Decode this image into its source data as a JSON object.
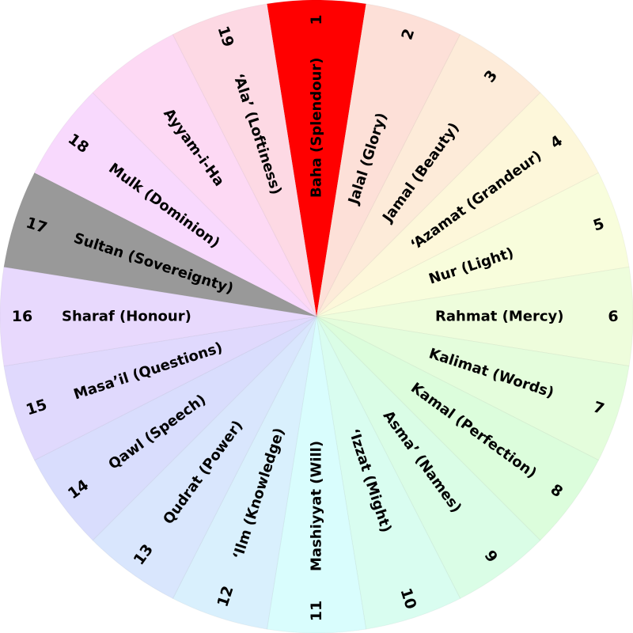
{
  "months": [
    {
      "label": "Baha (Splendour)",
      "number": "1",
      "color": "#ff0000"
    },
    {
      "label": "Jalal (Glory)",
      "number": "2",
      "color": "#fde0d8"
    },
    {
      "label": "Jamal (Beauty)",
      "number": "3",
      "color": "#fdebd9"
    },
    {
      "label": "‘Azamat (Grandeur)",
      "number": "4",
      "color": "#fdf7da"
    },
    {
      "label": "Nur (Light)",
      "number": "5",
      "color": "#f8fddc"
    },
    {
      "label": "Rahmat (Mercy)",
      "number": "6",
      "color": "#eefddc"
    },
    {
      "label": "Kalimat (Words)",
      "number": "7",
      "color": "#e4fddc"
    },
    {
      "label": "Kamal (Perfection)",
      "number": "8",
      "color": "#dcfddc"
    },
    {
      "label": "Asma’ (Names)",
      "number": "9",
      "color": "#dafde6"
    },
    {
      "label": "‘Izzat (Might)",
      "number": "10",
      "color": "#d9fdf0"
    },
    {
      "label": "Mashiyyat (Will)",
      "number": "11",
      "color": "#d9fdfd"
    },
    {
      "label": "‘Ilm (Knowledge)",
      "number": "12",
      "color": "#d9f0fd"
    },
    {
      "label": "Qudrat (Power)",
      "number": "13",
      "color": "#d9e6fd"
    },
    {
      "label": "Qawl (Speech)",
      "number": "14",
      "color": "#d9ddfd"
    },
    {
      "label": "Masa’il (Questions)",
      "number": "15",
      "color": "#e0d9fd"
    },
    {
      "label": "Sharaf (Honour)",
      "number": "16",
      "color": "#e8d9fd"
    },
    {
      "label": "Sultan (Sovereignty)",
      "number": "17",
      "color": "#999999"
    },
    {
      "label": "Mulk (Dominion)",
      "number": "18",
      "color": "#f8d9fd"
    },
    {
      "label": "Ayyam-i-Ha",
      "number": "",
      "color": "#fdd9f4"
    },
    {
      "label": "‘Ala’ (Loftiness)",
      "number": "19",
      "color": "#fdd9e4"
    }
  ]
}
